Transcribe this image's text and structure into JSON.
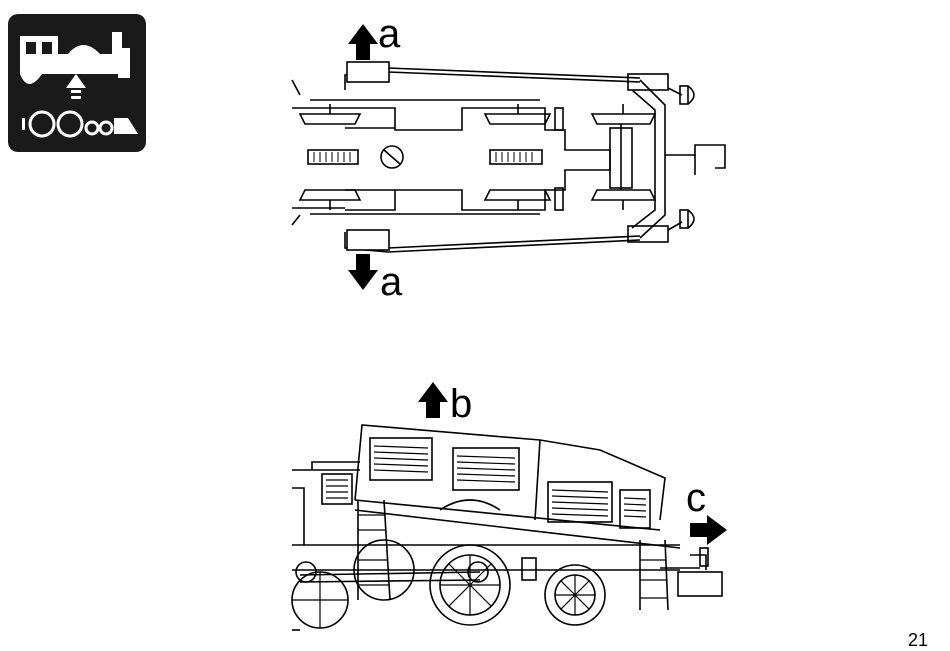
{
  "labels": {
    "a_top": "a",
    "a_bottom": "a",
    "b": "b",
    "c": "c"
  },
  "page_number": "21",
  "icons": {
    "badge": "steam-locomotive-lift-icon",
    "arrow_up_a": "arrow-up-icon",
    "arrow_down_a": "arrow-down-icon",
    "arrow_up_b": "arrow-up-icon",
    "arrow_right_c": "arrow-right-icon"
  },
  "colors": {
    "ink": "#000000",
    "badge_bg": "#1a1a1a",
    "paper": "#ffffff"
  }
}
